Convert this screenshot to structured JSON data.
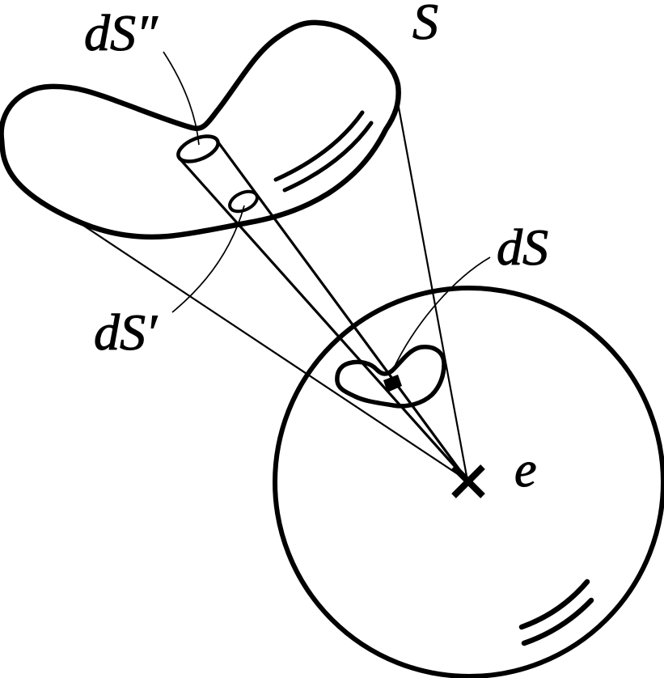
{
  "figure": {
    "background": "#ffffff",
    "ink": "#000000",
    "labels": {
      "surface": "S",
      "element_far": "dS″",
      "element_near": "dS′",
      "element_sphere": "dS",
      "charge": "e"
    }
  }
}
